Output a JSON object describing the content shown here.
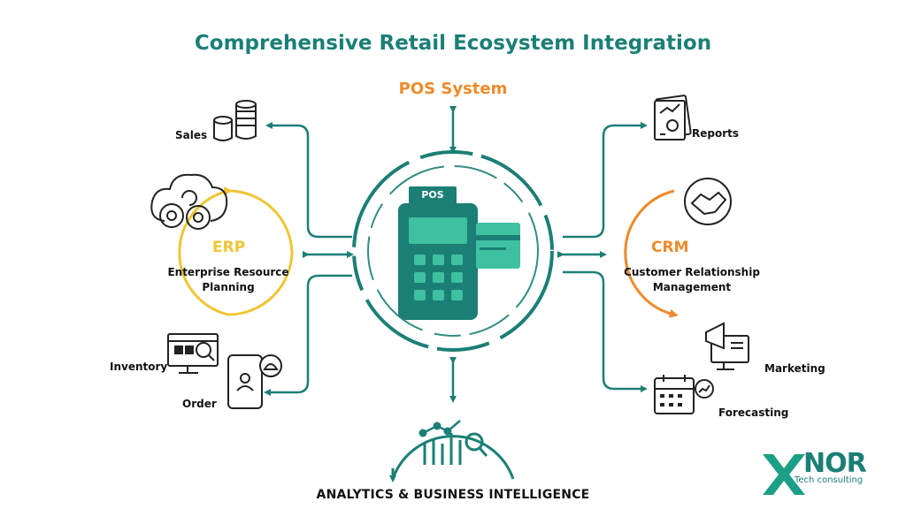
{
  "title": "Comprehensive Retail Ecosystem Integration",
  "pos_system": "POS System",
  "pos_badge": "POS",
  "left": {
    "sales": "Sales",
    "erp_title": "ERP",
    "erp_subtitle_1": "Enterprise Resource",
    "erp_subtitle_2": "Planning",
    "inventory": "Inventory",
    "order": "Order"
  },
  "right": {
    "reports": "Reports",
    "crm_title": "CRM",
    "crm_subtitle_1": "Customer Relationship",
    "crm_subtitle_2": "Management",
    "marketing": "Marketing",
    "forecasting": "Forecasting"
  },
  "bottom": "ANALYTICS & BUSINESS INTELLIGENCE",
  "logo": {
    "main_x": "X",
    "main_rest": "NOR",
    "sub": "Tech consulting"
  },
  "colors": {
    "teal": "#1b7f76",
    "orange": "#ee8a2a",
    "yellow": "#efc534",
    "light_green": "#3fc0a0"
  }
}
